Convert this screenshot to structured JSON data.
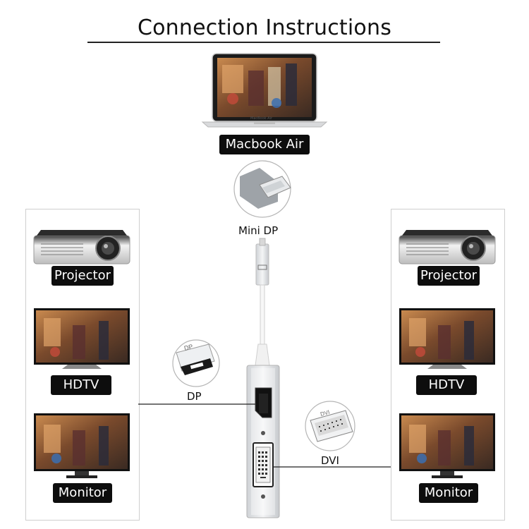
{
  "title": "Connection Instructions",
  "source_device": "Macbook Air",
  "laptop_brand": "MacBook Air",
  "input_connector": "Mini DP",
  "outputs": {
    "dp": "DP",
    "dvi": "DVI"
  },
  "connector_icon_text": {
    "dp": "DP",
    "dvi": "DVI"
  },
  "left_column": [
    "Projector",
    "HDTV",
    "Monitor"
  ],
  "right_column": [
    "Projector",
    "HDTV",
    "Monitor"
  ]
}
